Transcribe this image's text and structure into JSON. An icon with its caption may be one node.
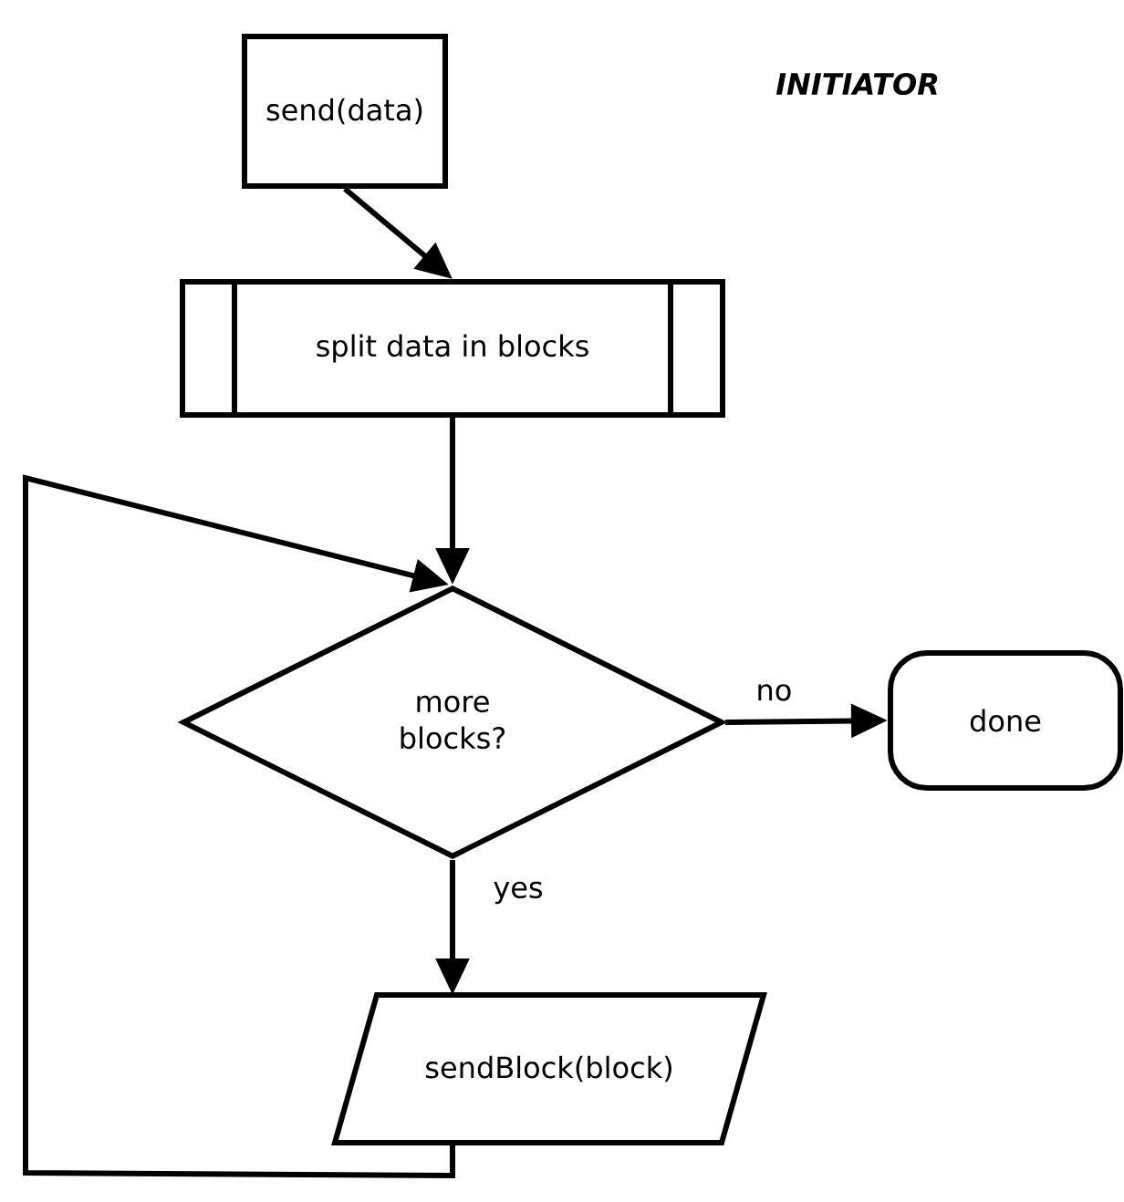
{
  "diagram": {
    "nodes": [
      {
        "text": [
          "send(data)"
        ]
      },
      {
        "text": [
          "split data in blocks"
        ]
      },
      {
        "text": [
          "more blocks?"
        ]
      },
      {
        "text": [
          "done"
        ]
      },
      {
        "text": [
          "sendBlock(block)"
        ]
      }
    ],
    "edges": [
      {
        "from": 0,
        "to": 1,
        "arrow": "to"
      },
      {
        "from": 1,
        "to": 2,
        "arrow": "to"
      },
      {
        "from": 2,
        "to": 3,
        "arrow": "to",
        "label": "no"
      },
      {
        "from": 2,
        "to": 4,
        "arrow": "to",
        "label": "yes"
      },
      {
        "from": 4,
        "to": 2,
        "arrow": "to"
      }
    ],
    "labels": [
      "INITIATOR"
    ]
  }
}
